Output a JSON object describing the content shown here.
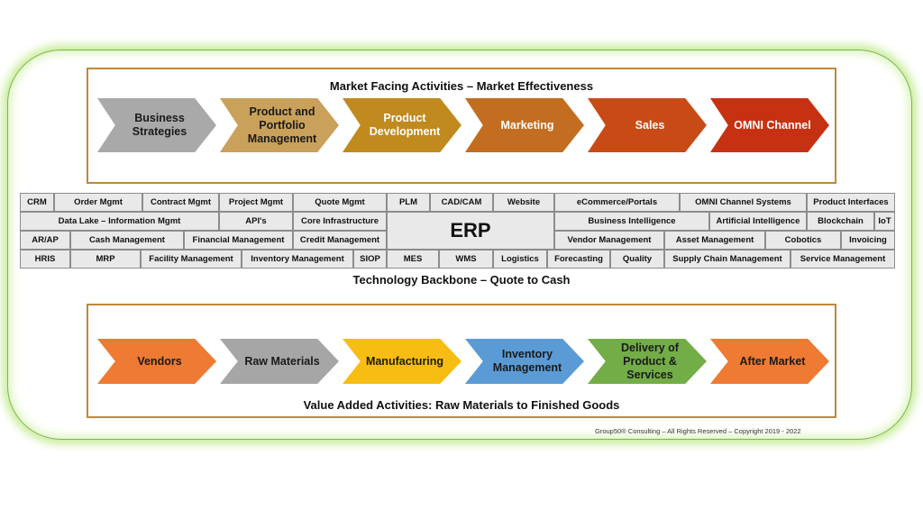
{
  "top_panel": {
    "title": "Market Facing Activities – Market  Effectiveness",
    "steps": [
      {
        "label": "Business Strategies",
        "color": "#a9a9a9",
        "text_color": "#1a1a1a"
      },
      {
        "label": "Product and Portfolio Management",
        "color": "#c9a15a",
        "text_color": "#1a1a1a"
      },
      {
        "label": "Product Development",
        "color": "#c08a1e",
        "text_color": "#ffffff"
      },
      {
        "label": "Marketing",
        "color": "#c26d1f",
        "text_color": "#ffffff"
      },
      {
        "label": "Sales",
        "color": "#c84b16",
        "text_color": "#ffffff"
      },
      {
        "label": "OMNI Channel",
        "color": "#c63211",
        "text_color": "#ffffff"
      }
    ]
  },
  "tech_grid": {
    "rows": [
      [
        "CRM",
        "Order Mgmt",
        "Contract Mgmt",
        "Project Mgmt",
        "Quote Mgmt",
        "PLM",
        "CAD/CAM",
        "Website",
        "eCommerce/Portals",
        "OMNI Channel Systems",
        "Product Interfaces"
      ],
      [
        "Data Lake – Information Mgmt",
        "API's",
        "Core Infrastructure",
        "Business Intelligence",
        "Artificial Intelligence",
        "Blockchain",
        "IoT"
      ],
      [
        "AR/AP",
        "Cash Management",
        "Financial Management",
        "Credit Management",
        "Vendor Management",
        "Asset Management",
        "Cobotics",
        "Invoicing"
      ],
      [
        "HRIS",
        "MRP",
        "Facility Management",
        "Inventory Management",
        "SIOP",
        "MES",
        "WMS",
        "Logistics",
        "Forecasting",
        "Quality",
        "Supply Chain Management",
        "Service Management"
      ]
    ],
    "center": "ERP"
  },
  "backbone_label": "Technology Backbone – Quote to Cash",
  "bottom_panel": {
    "title": "Value Added Activities: Raw Materials to Finished Goods",
    "steps": [
      {
        "label": "Vendors",
        "color": "#ee7a33",
        "text_color": "#1a1a1a"
      },
      {
        "label": "Raw Materials",
        "color": "#a6a6a6",
        "text_color": "#1a1a1a"
      },
      {
        "label": "Manufacturing",
        "color": "#f8bd12",
        "text_color": "#1a1a1a"
      },
      {
        "label": "Inventory Management",
        "color": "#5b9bd5",
        "text_color": "#1a1a1a"
      },
      {
        "label": "Delivery of Product & Services",
        "color": "#72ad47",
        "text_color": "#1a1a1a"
      },
      {
        "label": "After Market",
        "color": "#ee7a33",
        "text_color": "#1a1a1a"
      }
    ]
  },
  "copyright": "Group50® Consulting – All Rights Reserved – Copyright 2019 - 2022"
}
